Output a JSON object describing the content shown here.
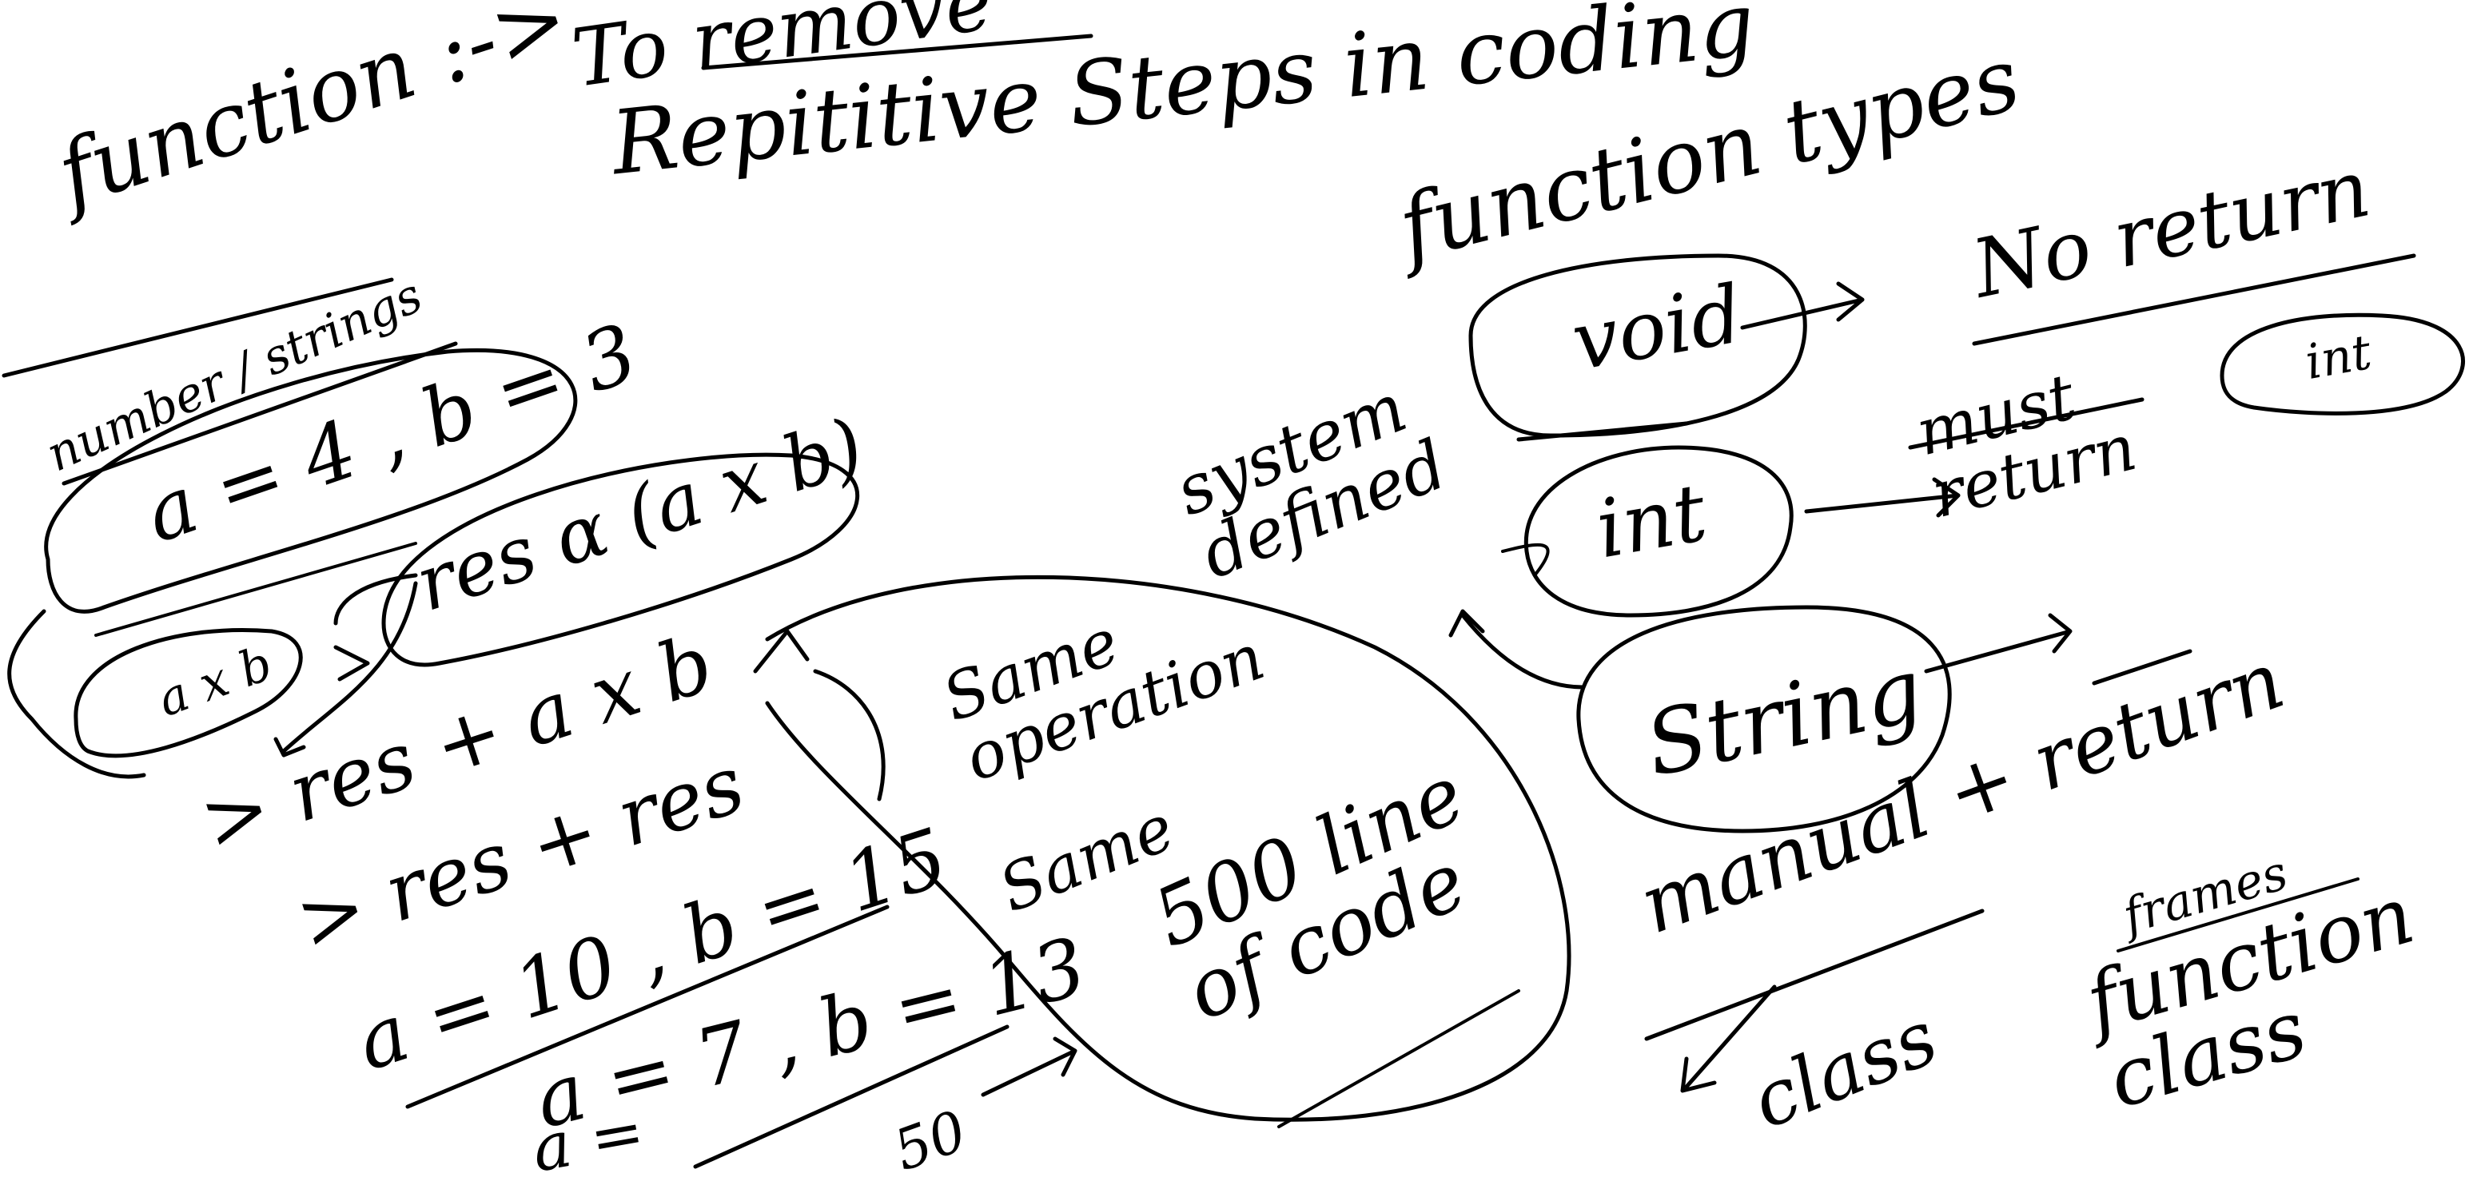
{
  "canvas": {
    "background": "#ffffff",
    "ink": "#000000"
  },
  "notes": {
    "function_label": "function :->",
    "to_remove": "To remove",
    "repetitive": "Repititive Steps in coding",
    "number_strings": "number / strings",
    "ab_1": "a = 4 , b = 3",
    "res_formula": "res α (a x b)",
    "axb": "a x b",
    "res_plus": "> res + a x b",
    "res_res": "> res + res",
    "ab_2": "a = 10 , b = 15",
    "ab_3": "a = 7 , b = 13",
    "ab_4": "a =",
    "fifty": "50",
    "same_operation": "Same operation",
    "same": "Same",
    "lines_of_code": "500 line of code",
    "system_defined": "system defined",
    "function_types": "function types",
    "void": "void",
    "no_return": "No return",
    "int": "int",
    "must_return": "must return",
    "int_small": "int",
    "string": "String",
    "manual_return": "manual + return",
    "class": "class",
    "frames": "frames",
    "function_class": "function class"
  }
}
